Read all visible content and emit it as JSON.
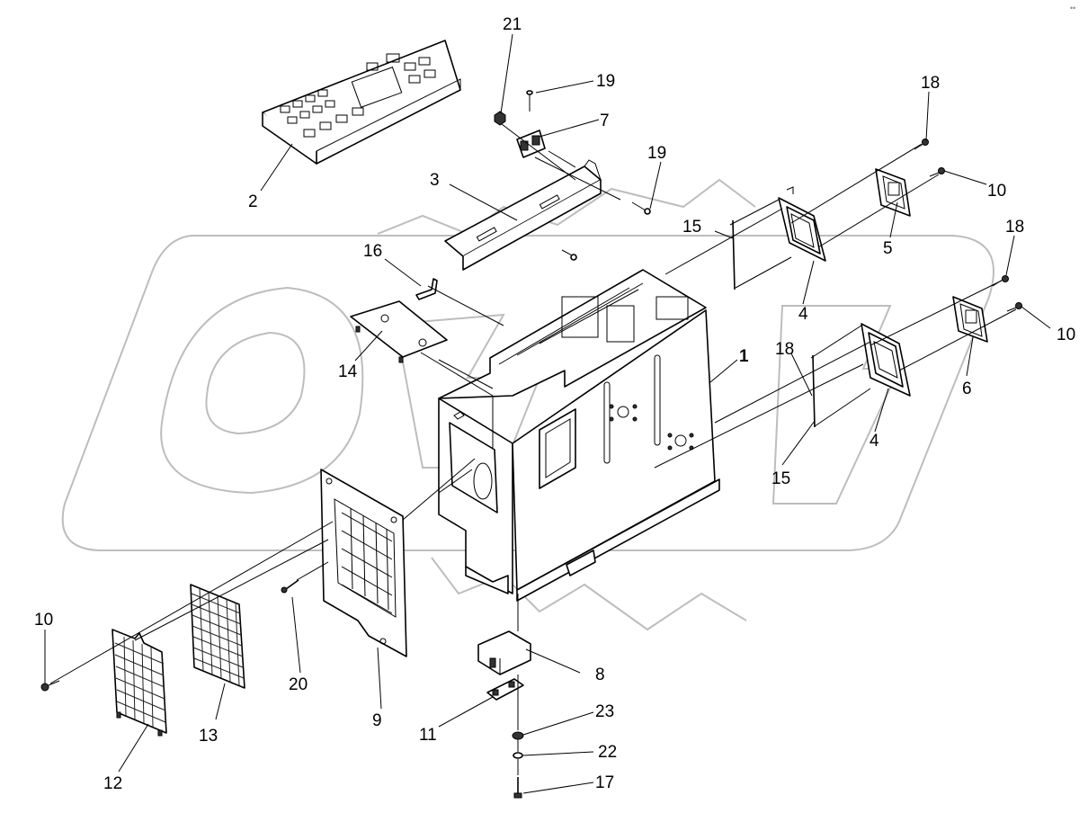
{
  "corner_mark": "••",
  "callouts": [
    {
      "id": "c1",
      "text": "1",
      "bold": true
    },
    {
      "id": "c2",
      "text": "2"
    },
    {
      "id": "c3",
      "text": "3"
    },
    {
      "id": "c4a",
      "text": "4"
    },
    {
      "id": "c4b",
      "text": "4"
    },
    {
      "id": "c5",
      "text": "5"
    },
    {
      "id": "c6",
      "text": "6"
    },
    {
      "id": "c7",
      "text": "7"
    },
    {
      "id": "c8",
      "text": "8"
    },
    {
      "id": "c9",
      "text": "9"
    },
    {
      "id": "c10a",
      "text": "10"
    },
    {
      "id": "c10b",
      "text": "10"
    },
    {
      "id": "c10c",
      "text": "10"
    },
    {
      "id": "c11",
      "text": "11"
    },
    {
      "id": "c12",
      "text": "12"
    },
    {
      "id": "c13",
      "text": "13"
    },
    {
      "id": "c14",
      "text": "14"
    },
    {
      "id": "c15a",
      "text": "15"
    },
    {
      "id": "c15b",
      "text": "15"
    },
    {
      "id": "c16",
      "text": "16"
    },
    {
      "id": "c17",
      "text": "17"
    },
    {
      "id": "c18a",
      "text": "18"
    },
    {
      "id": "c18b",
      "text": "18"
    },
    {
      "id": "c18c",
      "text": "18"
    },
    {
      "id": "c19a",
      "text": "19"
    },
    {
      "id": "c19b",
      "text": "19"
    },
    {
      "id": "c20",
      "text": "20"
    },
    {
      "id": "c21",
      "text": "21"
    },
    {
      "id": "c22",
      "text": "22"
    },
    {
      "id": "c23",
      "text": "23"
    }
  ]
}
